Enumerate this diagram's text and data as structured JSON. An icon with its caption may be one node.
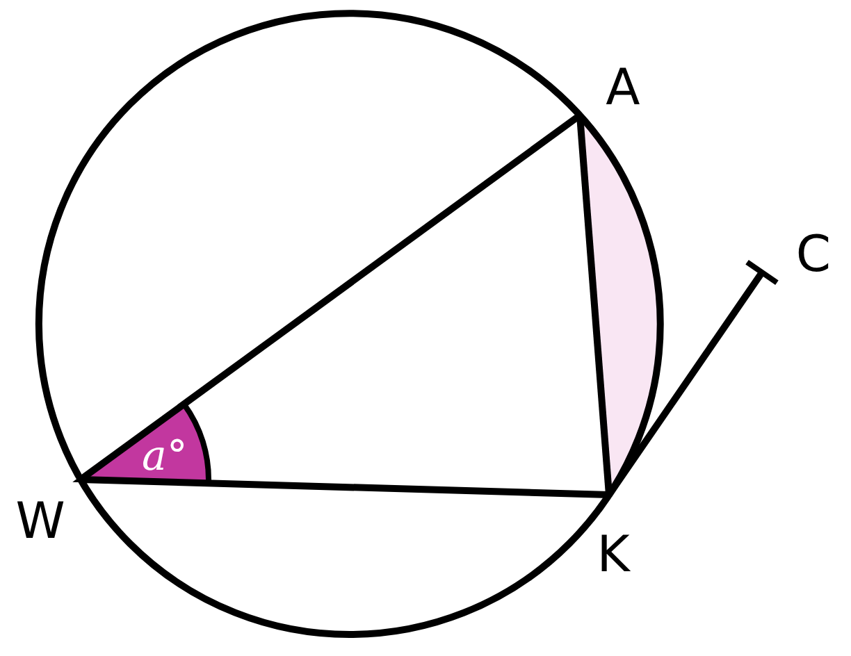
{
  "diagram": {
    "nodes": [
      {
        "text": [
          "A"
        ]
      },
      {
        "text": [
          "C"
        ]
      },
      {
        "text": [
          "W"
        ]
      },
      {
        "text": [
          "K"
        ]
      }
    ],
    "edges": [
      {
        "from": 2,
        "to": 0,
        "arrow": "none"
      },
      {
        "from": 0,
        "to": 3,
        "arrow": "none"
      },
      {
        "from": 2,
        "to": 3,
        "arrow": "none"
      },
      {
        "from": 3,
        "to": 1,
        "arrow": "none"
      }
    ],
    "labels": [
      "*a*°"
    ]
  }
}
